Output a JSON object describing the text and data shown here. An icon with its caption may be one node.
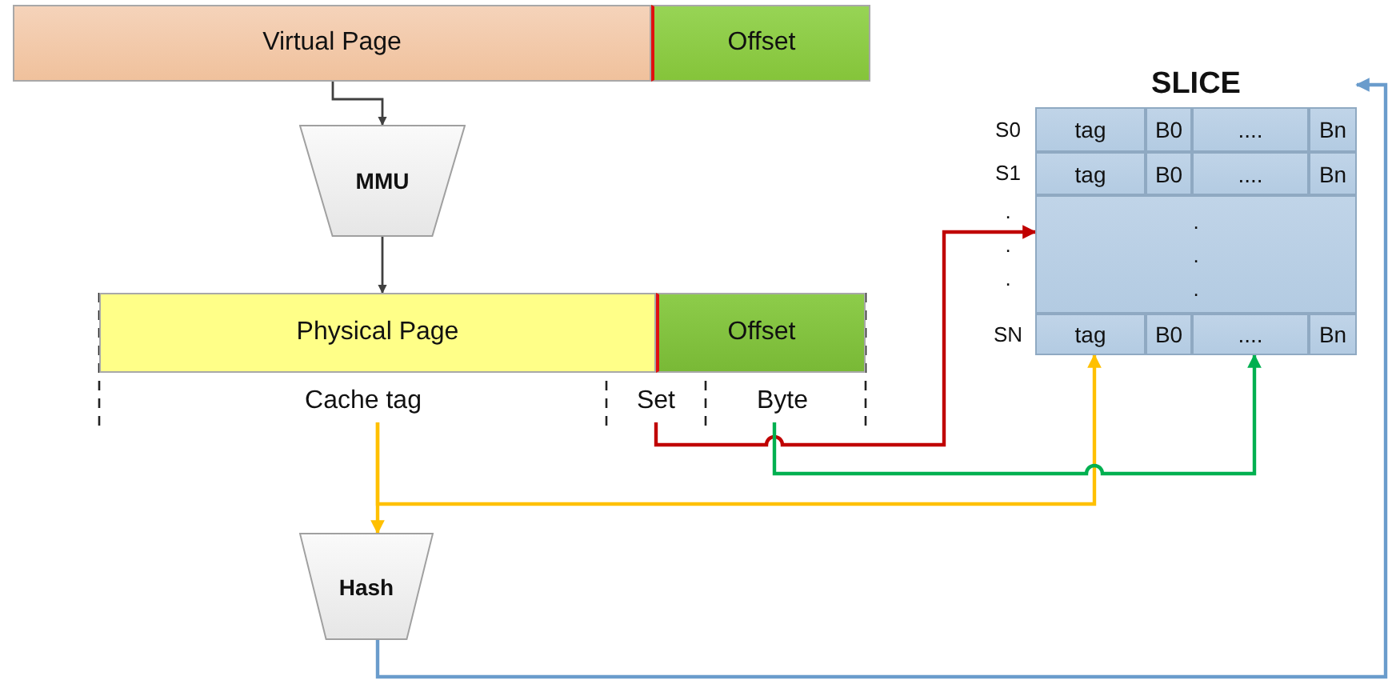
{
  "diagram": {
    "nodes": [
      {
        "text": [
          "Virtual Page"
        ]
      },
      {
        "text": [
          "Offset"
        ]
      },
      {
        "text": [
          "SLICE"
        ]
      },
      {
        "text": [
          "tag"
        ],
        "in": 2
      },
      {
        "text": [
          "B0"
        ],
        "in": 2
      },
      {
        "text": [
          "...."
        ],
        "in": 2
      },
      {
        "text": [
          "Bn"
        ],
        "in": 2
      },
      {
        "text": [
          "tag"
        ],
        "in": 2
      },
      {
        "text": [
          "B0"
        ],
        "in": 2
      },
      {
        "text": [
          "...."
        ],
        "in": 2
      },
      {
        "text": [
          "Bn"
        ],
        "in": 2
      },
      {
        "text": [
          ". . ."
        ],
        "in": 2
      },
      {
        "text": [
          "tag"
        ],
        "in": 2
      },
      {
        "text": [
          "B0"
        ],
        "in": 2
      },
      {
        "text": [
          "...."
        ],
        "in": 2
      },
      {
        "text": [
          "Bn"
        ],
        "in": 2
      },
      {
        "text": [
          "MMU"
        ]
      },
      {
        "text": [
          "Physical Page"
        ]
      },
      {
        "text": [
          "Offset"
        ]
      },
      {
        "text": [
          "Cache tag"
        ]
      },
      {
        "text": [
          "Set"
        ]
      },
      {
        "text": [
          "Byte"
        ]
      },
      {
        "text": [
          "Hash"
        ]
      }
    ],
    "edges": [
      {
        "from": 0,
        "to": 16,
        "arrow": "to"
      },
      {
        "from": 16,
        "to": 17,
        "arrow": "to"
      },
      {
        "from": 20,
        "to": 11,
        "arrow": "to",
        "color": "#c00000"
      },
      {
        "from": 19,
        "to": 22,
        "arrow": "to",
        "color": "#ffc000"
      },
      {
        "from": 19,
        "to": 12,
        "arrow": "to",
        "color": "#ffc000"
      },
      {
        "from": 21,
        "to": 14,
        "arrow": "to",
        "color": "#00b050"
      },
      {
        "from": 22,
        "to": 2,
        "arrow": "to",
        "color": "#6a9ccc"
      }
    ],
    "labels": [
      "S0",
      "S1",
      ".",
      ".",
      ".",
      "SN"
    ]
  }
}
